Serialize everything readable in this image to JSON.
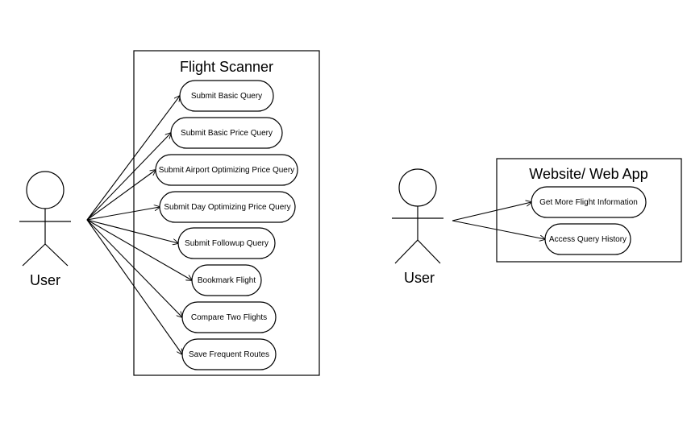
{
  "systems": {
    "flight_scanner": {
      "title": "Flight Scanner"
    },
    "website": {
      "title": "Website/ Web App"
    }
  },
  "actors": {
    "left": {
      "label": "User"
    },
    "right": {
      "label": "User"
    }
  },
  "use_cases": {
    "submit_basic_query": "Submit Basic Query",
    "submit_basic_price_query": "Submit Basic Price Query",
    "submit_airport_optimizing_price_query": "Submit Airport Optimizing Price Query",
    "submit_day_optimizing_price_query": "Submit Day Optimizing Price Query",
    "submit_followup_query": "Submit Followup Query",
    "bookmark_flight": "Bookmark Flight",
    "compare_two_flights": "Compare Two Flights",
    "save_frequent_routes": "Save Frequent Routes",
    "get_more_flight_information": "Get More Flight Information",
    "access_query_history": "Access Query History"
  },
  "colors": {
    "stroke": "#000000",
    "background": "#ffffff"
  }
}
